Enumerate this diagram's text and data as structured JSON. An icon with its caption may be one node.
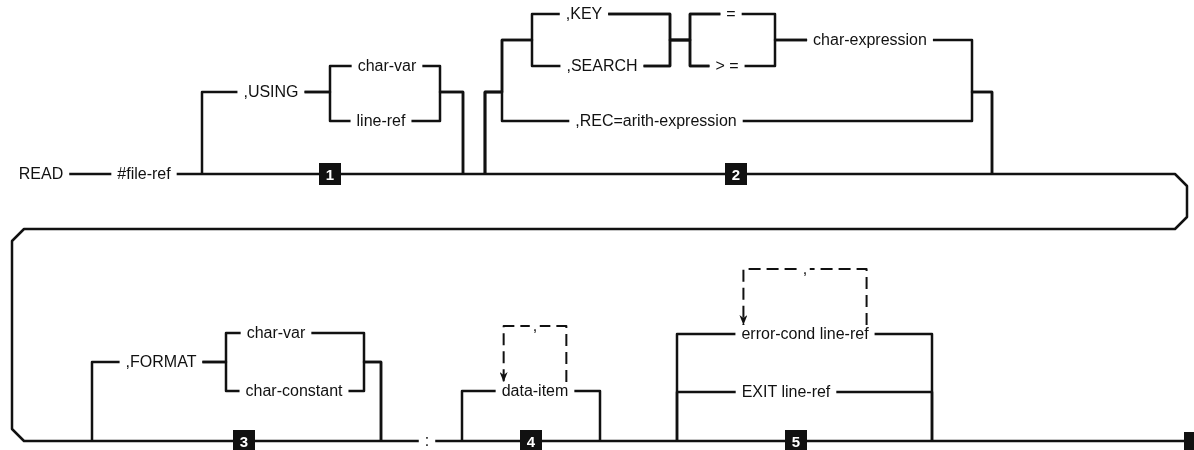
{
  "diagram": {
    "nodes": [
      {
        "text": [
          "READ"
        ]
      },
      {
        "text": [
          "#file-ref"
        ]
      },
      {
        "text": [
          ",USING"
        ]
      },
      {
        "text": [
          "char-var"
        ]
      },
      {
        "text": [
          "line-ref"
        ]
      },
      {
        "text": [
          "1"
        ]
      },
      {
        "text": [
          ",KEY"
        ]
      },
      {
        "text": [
          ",SEARCH"
        ]
      },
      {
        "text": [
          "="
        ]
      },
      {
        "text": [
          "> ="
        ]
      },
      {
        "text": [
          "char-expression"
        ]
      },
      {
        "text": [
          ",REC=arith-expression"
        ]
      },
      {
        "text": [
          "2"
        ]
      },
      {
        "text": [
          ",FORMAT"
        ]
      },
      {
        "text": [
          "char-var"
        ]
      },
      {
        "text": [
          "char-constant"
        ]
      },
      {
        "text": [
          "3"
        ]
      },
      {
        "text": [
          ":"
        ]
      },
      {
        "text": [
          "data-item"
        ]
      },
      {
        "text": [
          "4"
        ]
      },
      {
        "text": [
          "error-cond line-ref"
        ]
      },
      {
        "text": [
          "EXIT line-ref"
        ]
      },
      {
        "text": [
          "5"
        ]
      },
      {
        "text": [],
        "shape": "bar"
      }
    ],
    "edges": [
      {
        "from": 0,
        "to": 1,
        "arrow": "none"
      },
      {
        "from": 1,
        "to": 5,
        "arrow": "none"
      },
      {
        "from": 5,
        "to": 12,
        "arrow": "none"
      },
      {
        "from": 12,
        "to": 16,
        "arrow": "none"
      },
      {
        "from": 16,
        "to": 17,
        "arrow": "none"
      },
      {
        "from": 17,
        "to": 19,
        "arrow": "none"
      },
      {
        "from": 19,
        "to": 22,
        "arrow": "none"
      },
      {
        "from": 22,
        "to": 23,
        "arrow": "none"
      },
      {
        "from": null,
        "to": 2,
        "arrow": "none"
      },
      {
        "from": 2,
        "to": 3,
        "arrow": "none"
      },
      {
        "from": 2,
        "to": 4,
        "arrow": "none"
      },
      {
        "from": 3,
        "to": null,
        "arrow": "none"
      },
      {
        "from": 4,
        "to": null,
        "arrow": "none"
      },
      {
        "from": null,
        "to": 6,
        "arrow": "none"
      },
      {
        "from": null,
        "to": 7,
        "arrow": "none"
      },
      {
        "from": null,
        "to": 11,
        "arrow": "none"
      },
      {
        "from": 6,
        "to": 8,
        "arrow": "none"
      },
      {
        "from": 6,
        "to": 9,
        "arrow": "none"
      },
      {
        "from": 7,
        "to": 8,
        "arrow": "none"
      },
      {
        "from": 7,
        "to": 9,
        "arrow": "none"
      },
      {
        "from": 8,
        "to": 10,
        "arrow": "none"
      },
      {
        "from": 9,
        "to": 10,
        "arrow": "none"
      },
      {
        "from": 10,
        "to": null,
        "arrow": "none"
      },
      {
        "from": 11,
        "to": null,
        "arrow": "none"
      },
      {
        "from": null,
        "to": 13,
        "arrow": "none"
      },
      {
        "from": 13,
        "to": 14,
        "arrow": "none"
      },
      {
        "from": 13,
        "to": 15,
        "arrow": "none"
      },
      {
        "from": 14,
        "to": null,
        "arrow": "none"
      },
      {
        "from": 15,
        "to": null,
        "arrow": "none"
      },
      {
        "from": null,
        "to": 18,
        "arrow": "none"
      },
      {
        "from": 18,
        "to": null,
        "arrow": "none"
      },
      {
        "from": 18,
        "to": 18,
        "arrow": "to",
        "style": "dashed",
        "label": ","
      },
      {
        "from": null,
        "to": 20,
        "arrow": "none"
      },
      {
        "from": null,
        "to": 21,
        "arrow": "none"
      },
      {
        "from": 20,
        "to": null,
        "arrow": "none"
      },
      {
        "from": 21,
        "to": null,
        "arrow": "none"
      },
      {
        "from": 20,
        "to": 20,
        "arrow": "to",
        "style": "dashed",
        "label": ","
      }
    ]
  }
}
